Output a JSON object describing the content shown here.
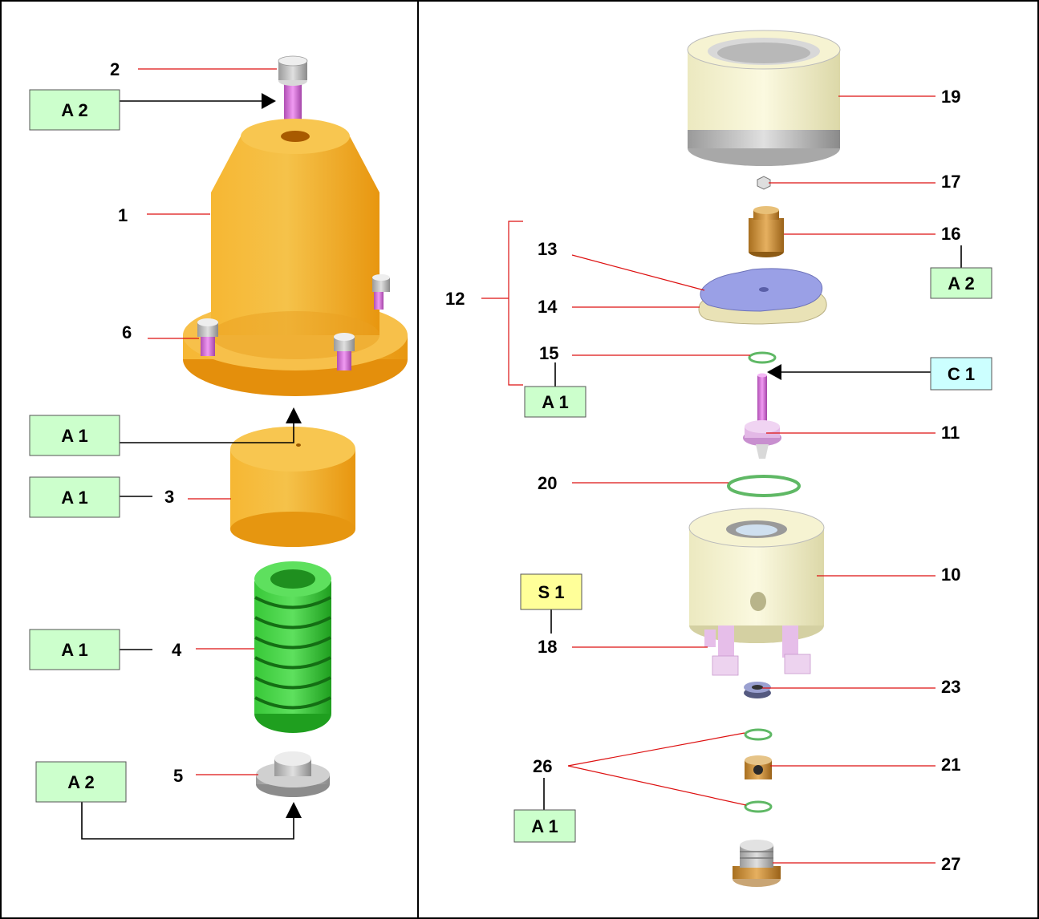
{
  "part_numbers": {
    "p1": "1",
    "p2": "2",
    "p3": "3",
    "p4": "4",
    "p5": "5",
    "p6": "6",
    "p10": "10",
    "p11": "11",
    "p12": "12",
    "p13": "13",
    "p14": "14",
    "p15": "15",
    "p16": "16",
    "p17": "17",
    "p18": "18",
    "p19": "19",
    "p20": "20",
    "p21": "21",
    "p23": "23",
    "p26": "26",
    "p27": "27"
  },
  "tags": {
    "left_a2_top": "A 2",
    "left_a1_upper": "A 1",
    "left_a1_mid": "A 1",
    "left_a1_lower": "A 1",
    "left_a2_bottom": "A 2",
    "right_a2": "A 2",
    "right_a1_15": "A 1",
    "right_c1": "C 1",
    "right_s1": "S 1",
    "right_a1_26": "A 1"
  },
  "colors": {
    "tag_green": "#ccffcc",
    "tag_cyan": "#ccffff",
    "tag_yellow": "#ffff99",
    "leader_red": "#dd1111",
    "housing_orange": "#f2a81e",
    "spring_green": "#2fbf2f",
    "pin_magenta": "#d76fd9",
    "cream_part": "#f3f0cc",
    "disc_blue": "#9aa0e6",
    "bronze": "#c9933a",
    "steel_grey": "#b0b0b0"
  }
}
